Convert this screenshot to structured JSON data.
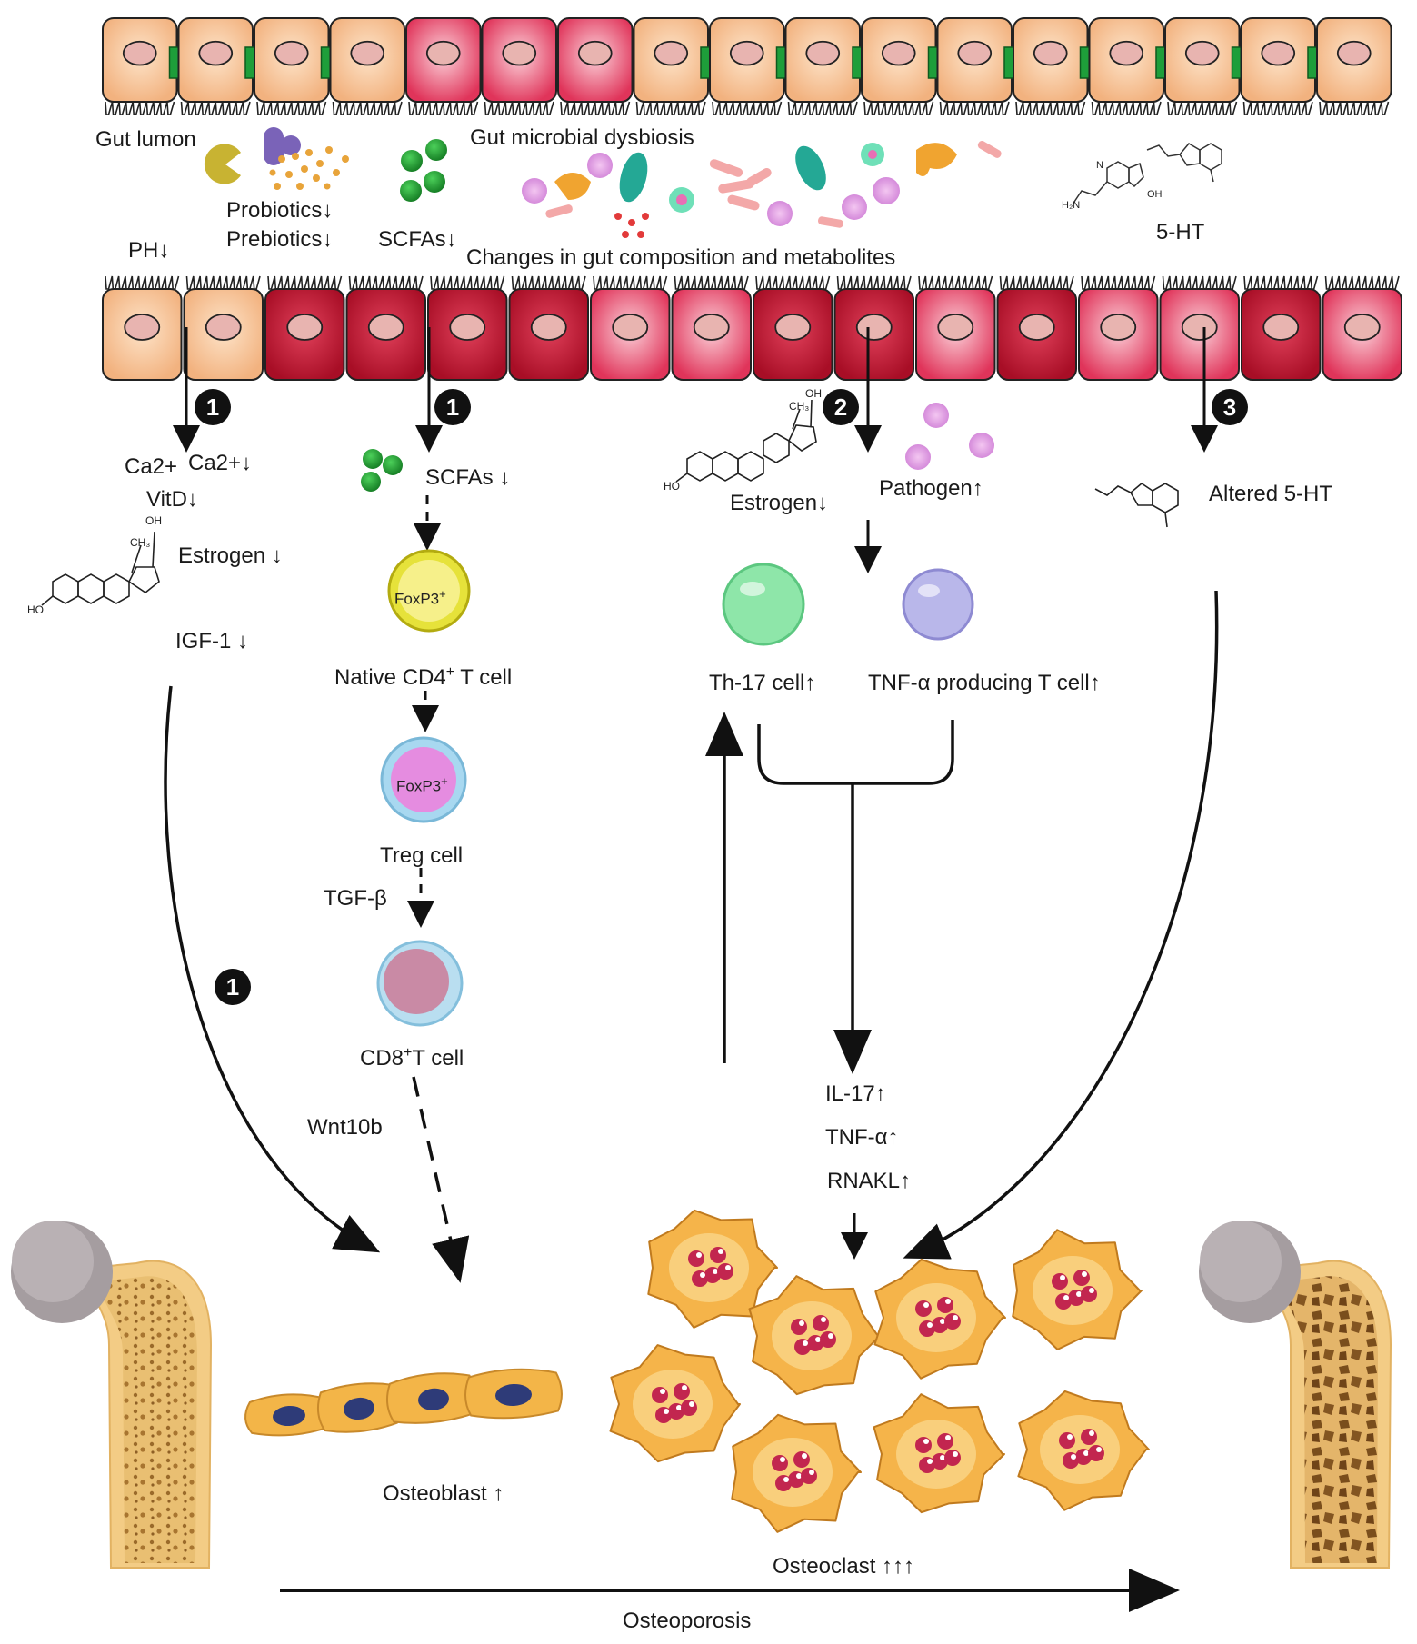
{
  "labels": {
    "gut_lumen": "Gut lumon",
    "dysbiosis": "Gut microbial dysbiosis",
    "probiotics": "Probiotics↓",
    "prebiotics": "Prebiotics↓",
    "scfas_top": "SCFAs↓",
    "ht5_top": "5-HT",
    "changes": "Changes in gut composition and metabolites",
    "ph": "PH↓",
    "ca1": "Ca2+",
    "ca2": "Ca2+↓",
    "vitd": "VitD↓",
    "estrogen_left": "Estrogen  ↓",
    "igf1": "IGF-1  ↓",
    "scfas_mid": "SCFAs ↓",
    "foxp3": "FoxP3",
    "foxp3_sup": "+",
    "native_cd4_a": "Native CD4",
    "native_cd4_sup": "+",
    "native_cd4_b": " T cell",
    "treg": "Treg cell",
    "tgfb": "TGF-β",
    "cd8_a": "CD8",
    "cd8_sup": "+",
    "cd8_b": "T cell",
    "wnt10b": "Wnt10b",
    "estrogen_mid": "Estrogen↓",
    "pathogen": "Pathogen↑",
    "altered_5ht": "Altered 5-HT",
    "th17": "Th-17 cell↑",
    "tnf_cell": "TNF-α producing T cell↑",
    "il17": "IL-17↑",
    "tnfa": "TNF-α↑",
    "rnakl": "RNAKL↑",
    "osteoblast": "Osteoblast   ↑",
    "osteoclast": "Osteoclast   ↑↑↑",
    "osteoporosis": "Osteoporosis"
  },
  "pathways": [
    "1",
    "1",
    "1",
    "2",
    "3"
  ],
  "molecule_labels": {
    "oh": "OH",
    "ho": "HO",
    "ch3": "CH₃",
    "h2n": "H₂N",
    "oh_small": "OH",
    "n": "N"
  },
  "colors": {
    "healthy_cell": "#f6c59b",
    "inflamed_cell": "#e23a5a",
    "dark_inflamed": "#b0132b",
    "tight_junction": "#1e9e3a",
    "nucleus": "#e8b4b0",
    "bone": "#f0c877",
    "osteoclast": "#f5b44a",
    "osteoclast_nucleus": "#c2264f",
    "osteoblast": "#f3b548",
    "osteoblast_nucleus": "#2e3b78",
    "scfa": "#1f9a2f",
    "th17_cell": "#8ee6a9",
    "tnf_cell": "#b9b7ea",
    "foxp3_native": "#e6e23a",
    "foxp3_treg": "#e58ce0",
    "cd8_cell": "#c98aa5"
  }
}
